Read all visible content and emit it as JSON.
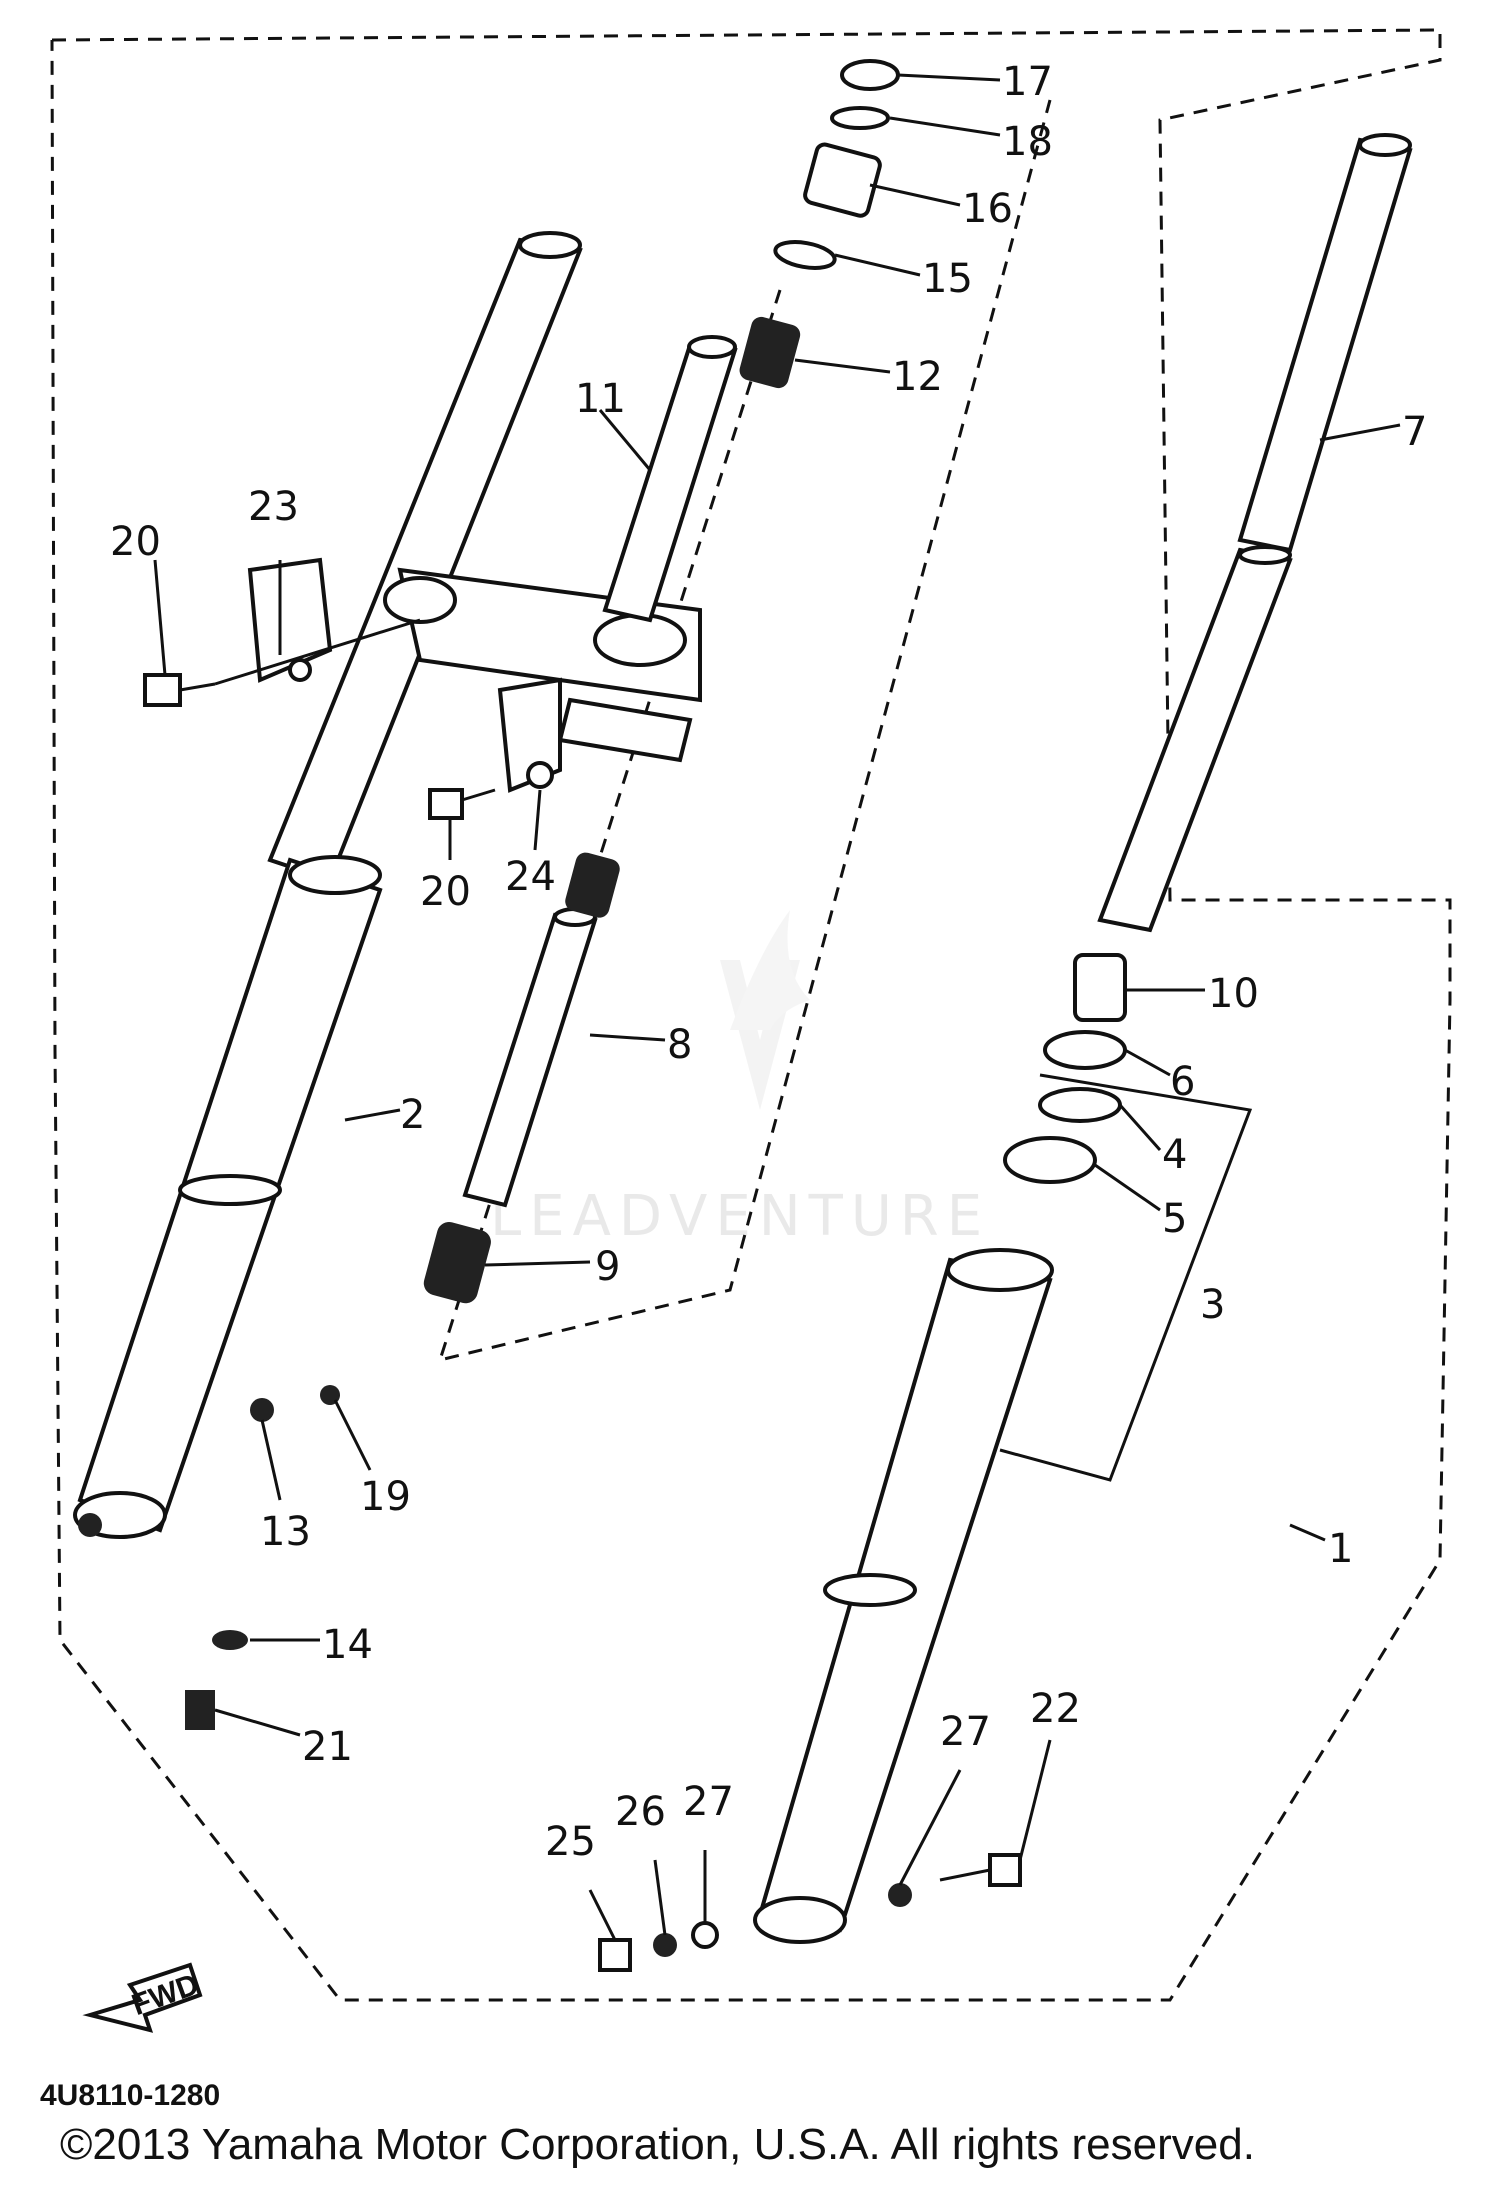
{
  "diagram": {
    "part_numbers": [
      "1",
      "2",
      "3",
      "4",
      "5",
      "6",
      "7",
      "8",
      "9",
      "10",
      "11",
      "12",
      "13",
      "14",
      "15",
      "16",
      "17",
      "18",
      "19",
      "20",
      "20",
      "21",
      "22",
      "23",
      "24",
      "25",
      "26",
      "27",
      "27"
    ],
    "fwd_label": "FWD",
    "drawing_code": "4U8110-1280",
    "watermark": "LEADVENTURE"
  },
  "footer": {
    "copyright": "©2013 Yamaha Motor Corporation, U.S.A. All rights reserved."
  }
}
